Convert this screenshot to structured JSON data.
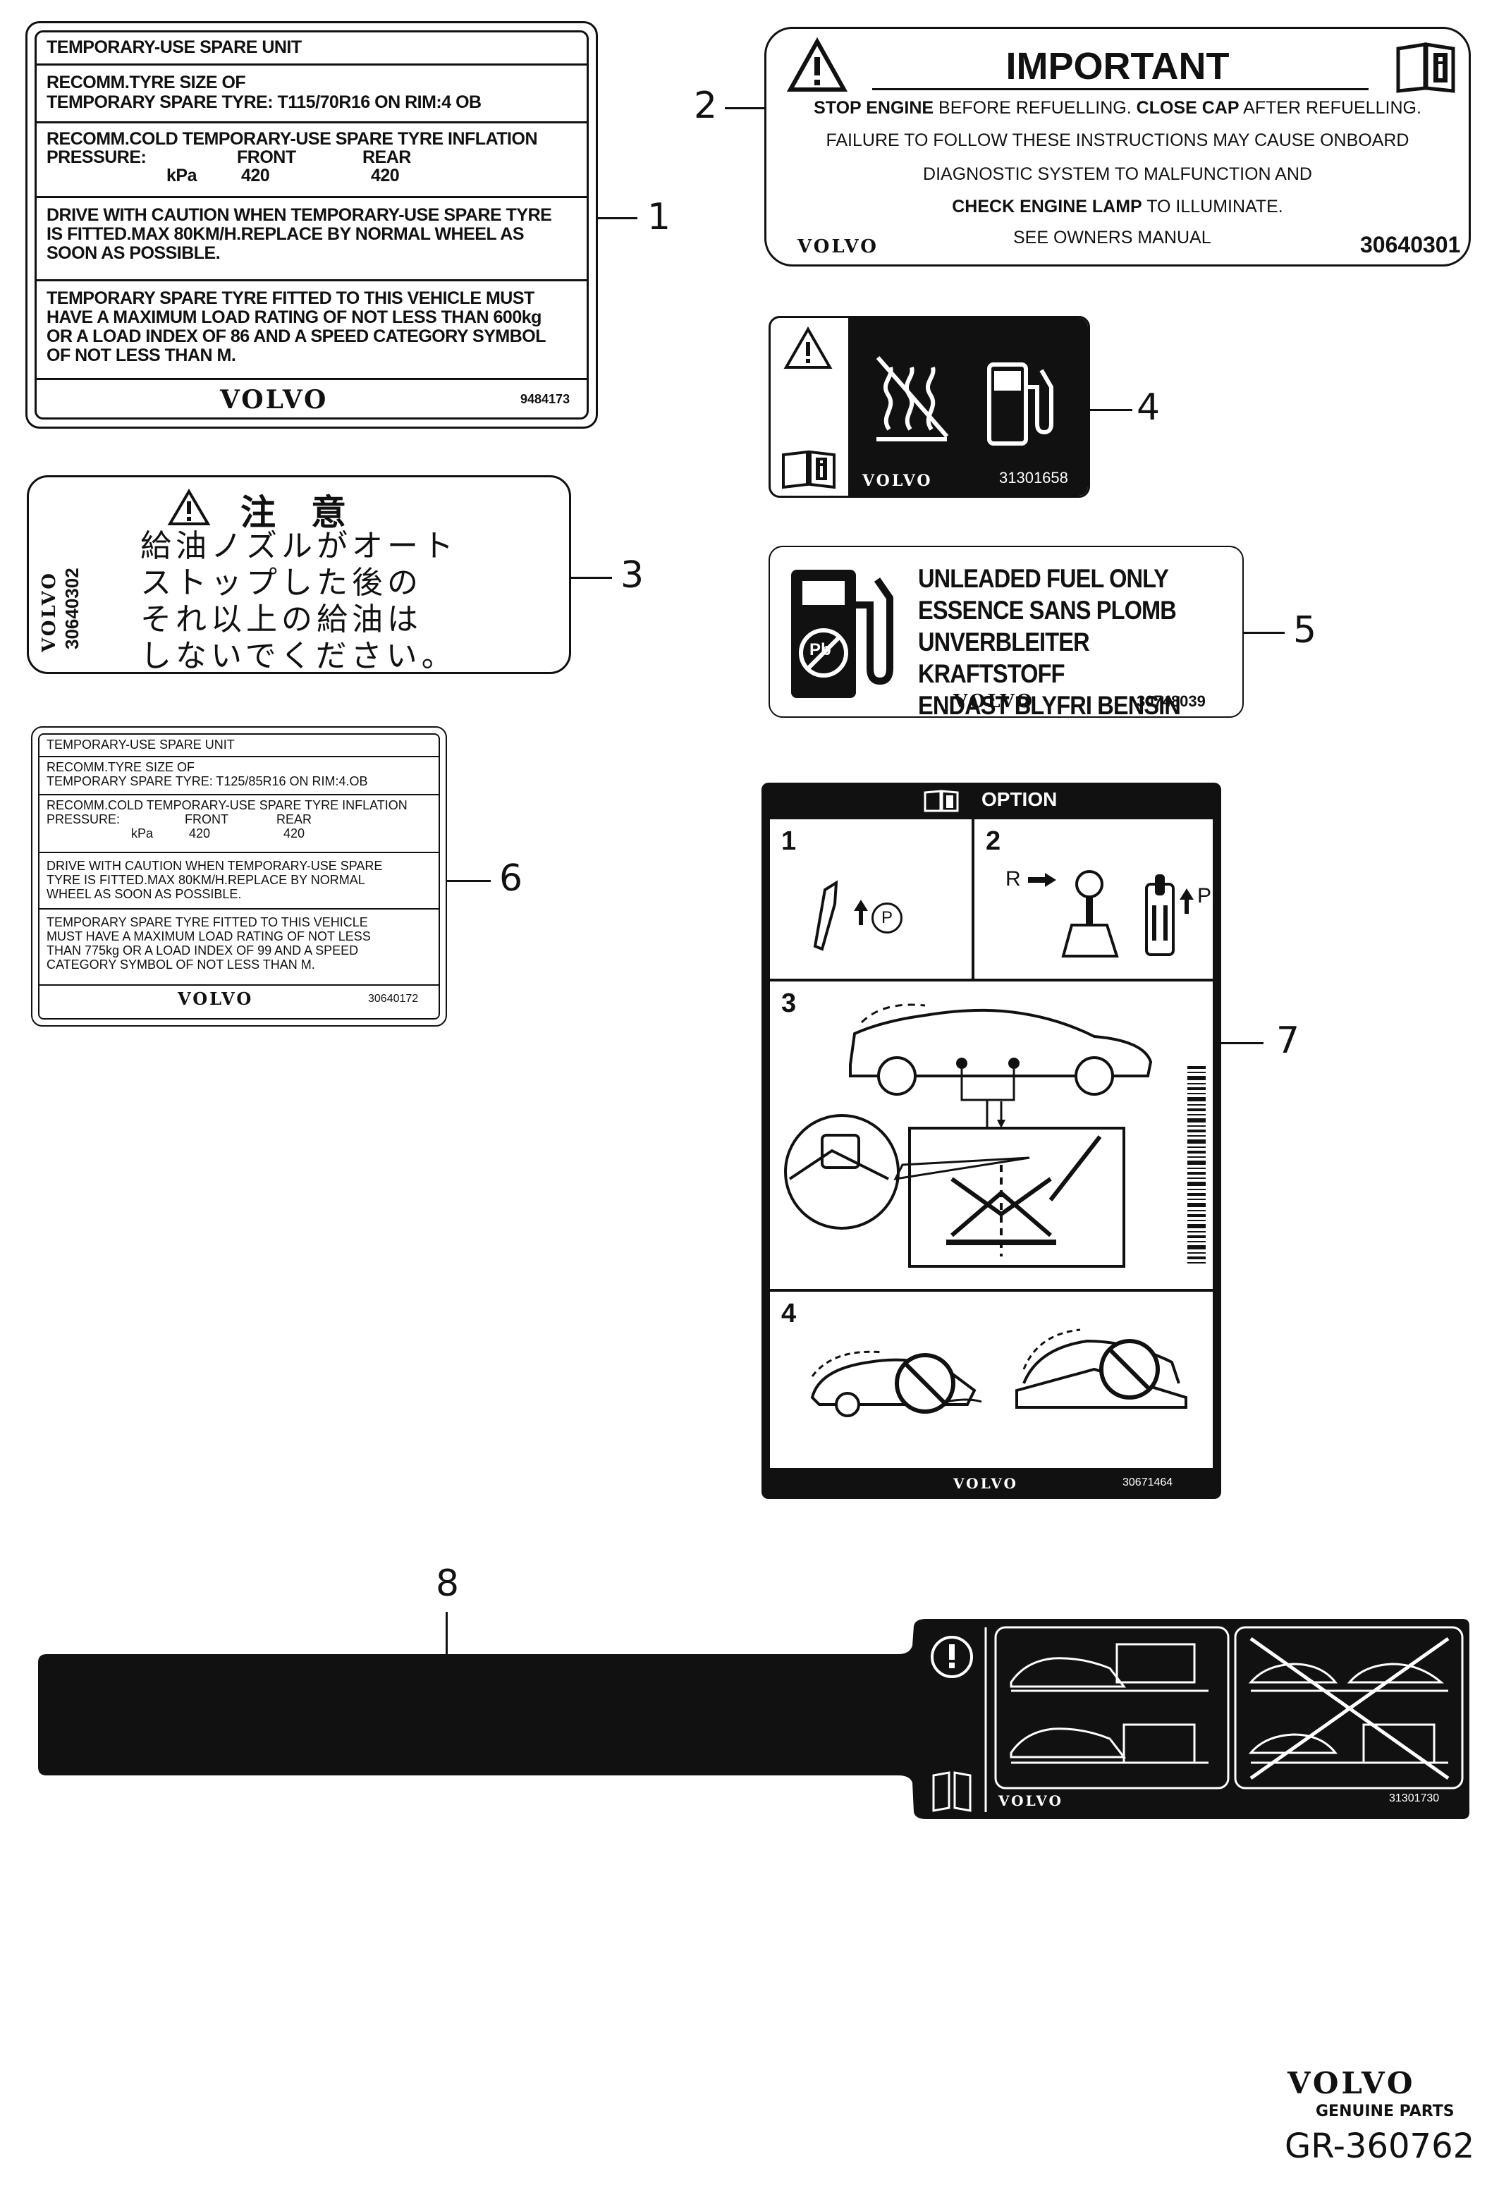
{
  "callouts": [
    "1",
    "2",
    "3",
    "4",
    "5",
    "6",
    "7",
    "8"
  ],
  "label1": {
    "header": "TEMPORARY-USE SPARE UNIT",
    "size_line1": "RECOMM.TYRE SIZE OF",
    "size_line2": "TEMPORARY SPARE TYRE:   T115/70R16   ON RIM:4 OB",
    "press_line1": "RECOMM.COLD TEMPORARY-USE SPARE TYRE INFLATION",
    "press_label": "PRESSURE:",
    "front": "FRONT",
    "rear": "REAR",
    "unit": "kPa",
    "front_val": "420",
    "rear_val": "420",
    "drive_text": "DRIVE WITH CAUTION WHEN TEMPORARY-USE SPARE TYRE IS FITTED.MAX 80KM/H.REPLACE BY NORMAL WHEEL AS SOON AS POSSIBLE.",
    "fitted_text": "TEMPORARY SPARE TYRE FITTED TO THIS VEHICLE MUST HAVE A MAXIMUM LOAD RATING OF NOT LESS THAN 600kg OR A LOAD INDEX OF 86 AND A SPEED CATEGORY SYMBOL OF NOT LESS THAN M.",
    "brand": "VOLVO",
    "part_no": "9484173"
  },
  "label2": {
    "title": "IMPORTANT",
    "line1_b1": "STOP ENGINE",
    "line1_t1": " BEFORE REFUELLING. ",
    "line1_b2": "CLOSE CAP",
    "line1_t2": " AFTER REFUELLING.",
    "line2": "FAILURE TO FOLLOW THESE INSTRUCTIONS MAY CAUSE ONBOARD",
    "line3": "DIAGNOSTIC SYSTEM TO MALFUNCTION AND",
    "line4_b": "CHECK ENGINE LAMP",
    "line4_t": " TO ILLUMINATE.",
    "line5": "SEE OWNERS MANUAL",
    "brand": "VOLVO",
    "part_no": "30640301"
  },
  "label3": {
    "side_brand": "VOLVO",
    "side_part": "30640302",
    "title": "注　意",
    "lines": [
      "給油ノズルがオート",
      "ストップした後の",
      "それ以上の給油は",
      "しないでください。"
    ]
  },
  "label4": {
    "brand": "VOLVO",
    "part_no": "31301658"
  },
  "label5": {
    "lines": [
      "UNLEADED FUEL ONLY",
      "ESSENCE SANS PLOMB",
      "UNVERBLEITER KRAFTSTOFF",
      "ENDAST BLYFRI BENSIN"
    ],
    "pb": "Pb",
    "brand": "VOLVO",
    "part_no": "30748039"
  },
  "label6": {
    "header": "TEMPORARY-USE SPARE UNIT",
    "size_line1": "RECOMM.TYRE SIZE OF",
    "size_line2": "TEMPORARY SPARE TYRE:   T125/85R16   ON RIM:4.OB",
    "press_line1": "RECOMM.COLD TEMPORARY-USE SPARE TYRE INFLATION",
    "press_label": "PRESSURE:",
    "front": "FRONT",
    "rear": "REAR",
    "unit": "kPa",
    "front_val": "420",
    "rear_val": "420",
    "drive_l1": "DRIVE WITH CAUTION WHEN TEMPORARY-USE SPARE",
    "drive_l2": "TYRE IS FITTED.MAX 80KM/H.REPLACE BY NORMAL",
    "drive_l3": "WHEEL AS SOON AS POSSIBLE.",
    "fit_l1": "TEMPORARY SPARE TYRE FITTED TO THIS VEHICLE",
    "fit_l2": "MUST HAVE A MAXIMUM LOAD RATING OF NOT LESS",
    "fit_l3": "THAN 775kg OR A LOAD INDEX OF 99 AND A SPEED",
    "fit_l4": "CATEGORY SYMBOL OF NOT LESS THAN M.",
    "brand": "VOLVO",
    "part_no": "30640172"
  },
  "label7": {
    "header": "OPTION",
    "step1": "1",
    "step2": "2",
    "step3": "3",
    "step4": "4",
    "r_label": "R",
    "p_label": "P",
    "p_circle": "P",
    "brand": "VOLVO",
    "part_no": "30671464"
  },
  "label8": {
    "brand": "VOLVO",
    "part_no": "31301730",
    "excl": "!"
  },
  "footer": {
    "brand": "VOLVO",
    "genuine": "GENUINE PARTS",
    "ref": "GR-360762"
  }
}
